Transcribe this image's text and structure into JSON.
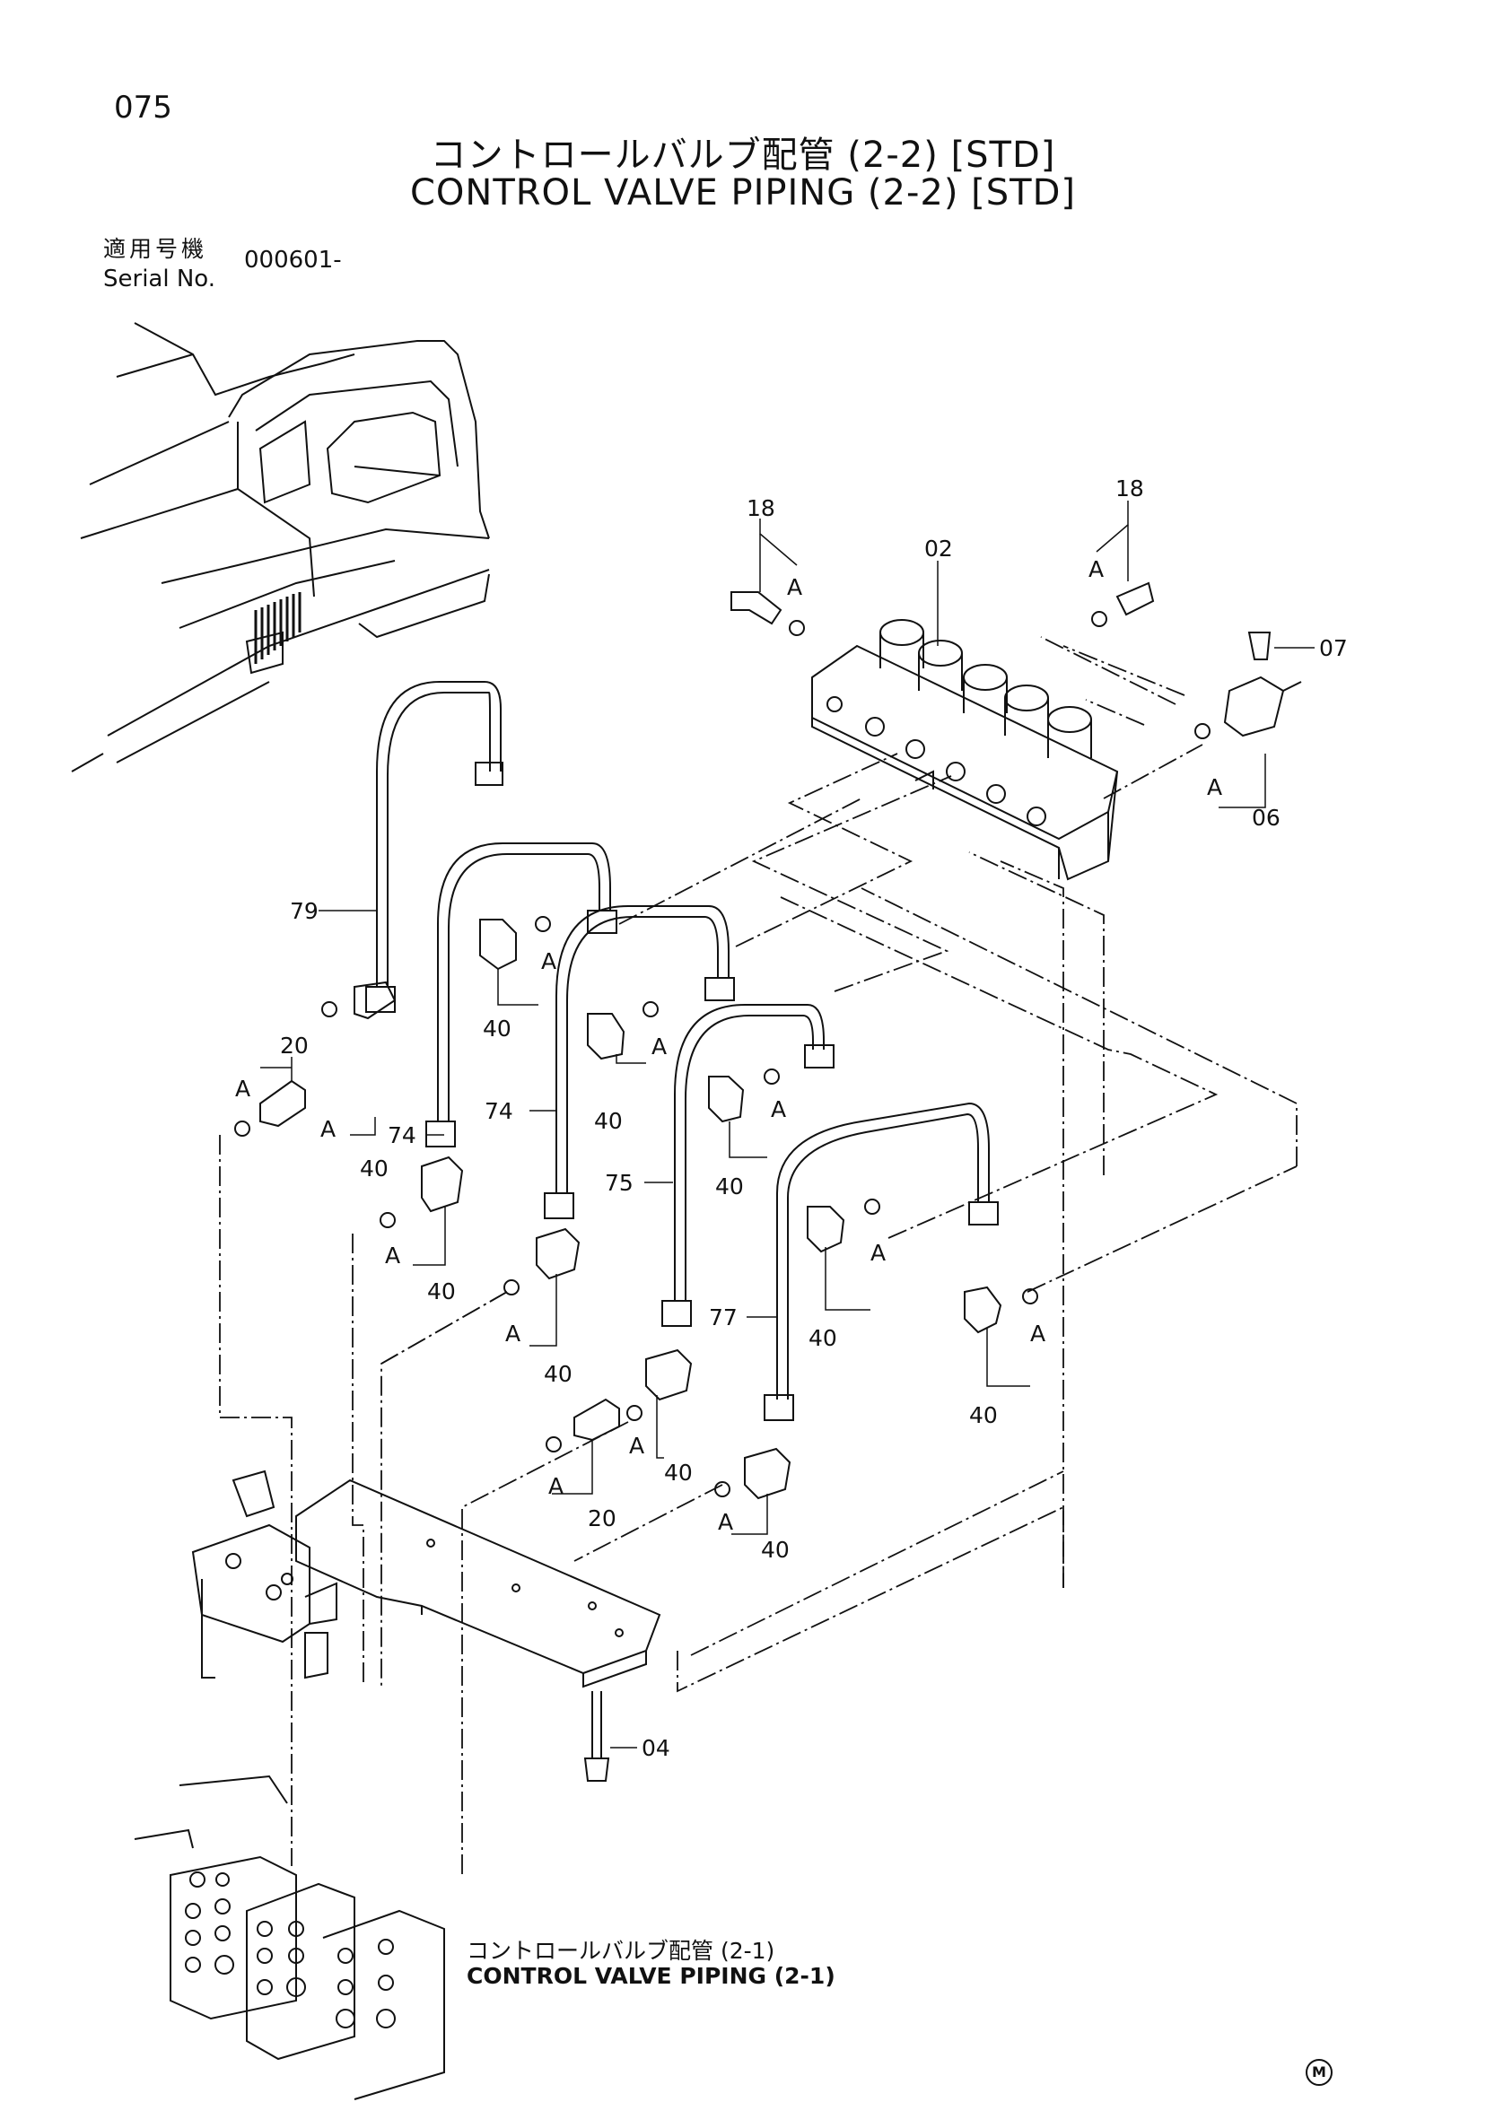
{
  "header": {
    "page_number": "075",
    "title_jp": "コントロールバルブ配管 (2-2) [STD]",
    "title_en": "CONTROL VALVE PIPING (2-2) [STD]",
    "serial_label_jp": "適用号機",
    "serial_label_en": "Serial No.",
    "serial_value": "000601-"
  },
  "labels": {
    "p18": "18",
    "p02": "02",
    "p07": "07",
    "p06": "06",
    "p79": "79",
    "p20": "20",
    "p74": "74",
    "p75": "75",
    "p77": "77",
    "p40": "40",
    "p04": "04",
    "a": "A"
  },
  "footer": {
    "reference_jp": "コントロールバルブ配管 (2-1)",
    "reference_en": "CONTROL VALVE PIPING (2-1)",
    "mark": "M"
  }
}
